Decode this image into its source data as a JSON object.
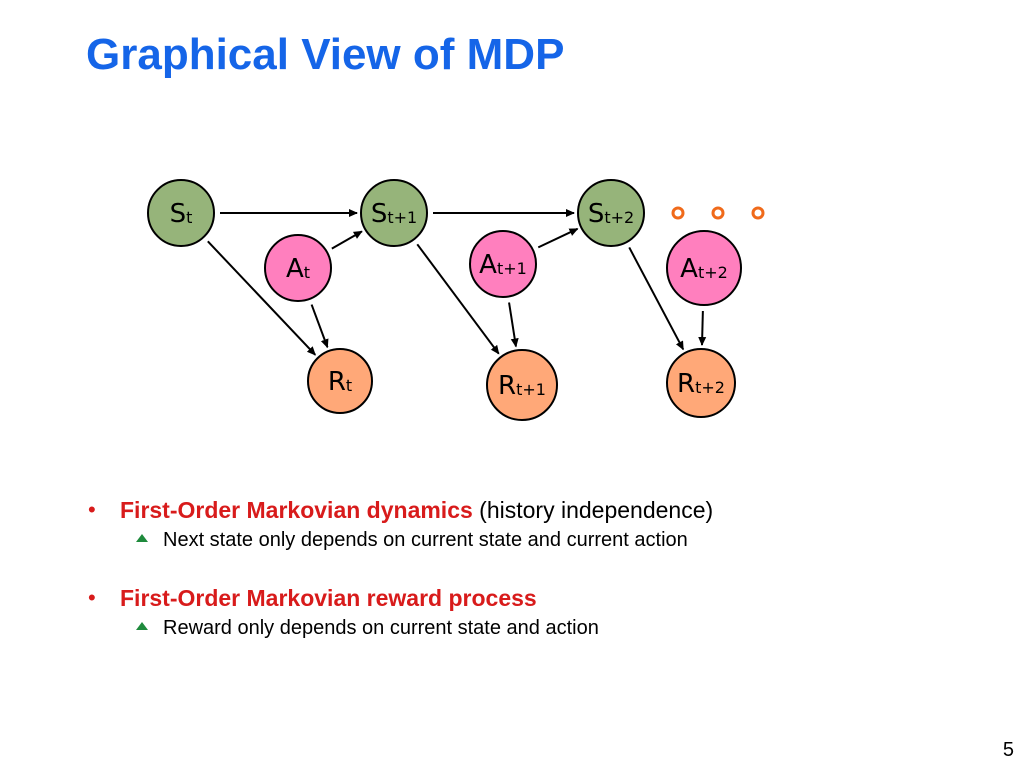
{
  "slide": {
    "title": "Graphical View of MDP",
    "page_number": "5"
  },
  "diagram": {
    "colors": {
      "state": "#96b47a",
      "action": "#ff7fbe",
      "reward": "#ffa878",
      "ellipsis": "#f06a1a",
      "edge": "#000000"
    },
    "nodes": [
      {
        "id": "s0",
        "kind": "state",
        "main": "S",
        "sub": "t"
      },
      {
        "id": "s1",
        "kind": "state",
        "main": "S",
        "sub": "t+1"
      },
      {
        "id": "s2",
        "kind": "state",
        "main": "S",
        "sub": "t+2"
      },
      {
        "id": "a0",
        "kind": "action",
        "main": "A",
        "sub": "t"
      },
      {
        "id": "a1",
        "kind": "action",
        "main": "A",
        "sub": "t+1"
      },
      {
        "id": "a2",
        "kind": "action",
        "main": "A",
        "sub": "t+2"
      },
      {
        "id": "r0",
        "kind": "reward",
        "main": "R",
        "sub": "t"
      },
      {
        "id": "r1",
        "kind": "reward",
        "main": "R",
        "sub": "t+1"
      },
      {
        "id": "r2",
        "kind": "reward",
        "main": "R",
        "sub": "t+2"
      }
    ],
    "edges": [
      {
        "from": "s0",
        "to": "s1"
      },
      {
        "from": "s1",
        "to": "s2"
      },
      {
        "from": "a0",
        "to": "s1"
      },
      {
        "from": "a1",
        "to": "s2"
      },
      {
        "from": "s0",
        "to": "r0"
      },
      {
        "from": "a0",
        "to": "r0"
      },
      {
        "from": "s1",
        "to": "r1"
      },
      {
        "from": "a1",
        "to": "r1"
      },
      {
        "from": "s2",
        "to": "r2"
      },
      {
        "from": "a2",
        "to": "r2"
      }
    ],
    "ellipsis_count": 3
  },
  "bullets": [
    {
      "emph": "First-Order Markovian dynamics",
      "rest": " (history independence)",
      "sub": "Next state only depends on current state and current action"
    },
    {
      "emph": "First-Order Markovian reward process",
      "rest": "",
      "sub": "Reward only depends on current state and action"
    }
  ]
}
